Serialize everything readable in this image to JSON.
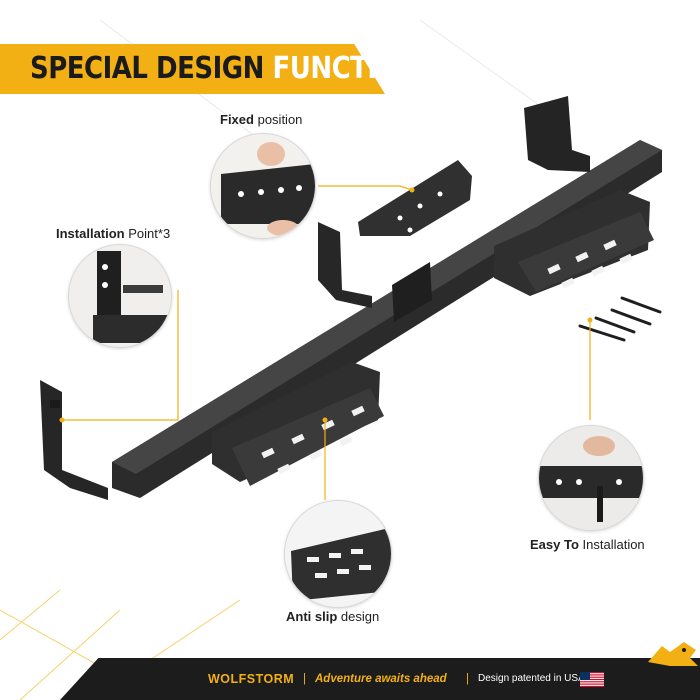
{
  "banner": {
    "word1": "SPECIAL DESIGN",
    "word2": "FUNCTION"
  },
  "callouts": {
    "fixed": {
      "bold": "Fixed",
      "rest": "position"
    },
    "install_point": {
      "bold": "Installation",
      "rest": "Point*3"
    },
    "easy": {
      "bold": "Easy To",
      "rest": "Installation"
    },
    "anti_slip": {
      "bold": "Anti slip",
      "rest": "design"
    }
  },
  "footer": {
    "brand": "WOLFSTORM",
    "separator": "|",
    "slogan": "Adventure awaits ahead",
    "separator2": "|",
    "patent": "Design patented in USA"
  },
  "colors": {
    "accent": "#f2b015",
    "dark": "#1c1c1c",
    "metal": "#2e2e2e"
  },
  "icons": [
    "us-flag-icon",
    "wolf-logo-icon"
  ]
}
